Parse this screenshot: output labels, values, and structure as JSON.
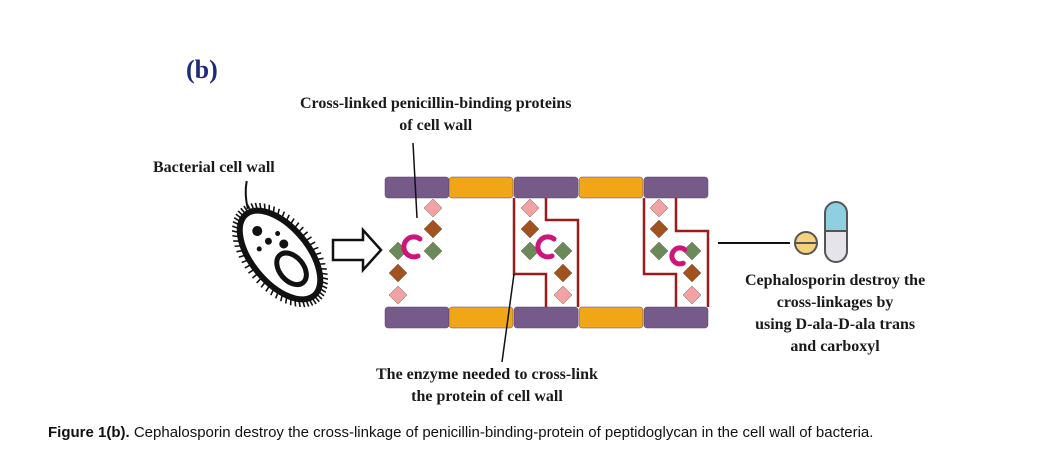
{
  "panel_label": "(b)",
  "labels": {
    "cross_linked_line1": "Cross-linked penicillin-binding proteins",
    "cross_linked_line2": "of cell wall",
    "bacterial_cell_wall": "Bacterial cell wall",
    "enzyme_line1": "The enzyme needed to cross-link",
    "enzyme_line2": "the protein of cell wall",
    "cephalosporin_line1": "Cephalosporin destroy the",
    "cephalosporin_line2": "cross-linkages by",
    "cephalosporin_line3": "using D-ala-D-ala trans",
    "cephalosporin_line4": "and carboxyl"
  },
  "caption": {
    "prefix": "Figure 1(b).",
    "text": " Cephalosporin destroy the cross-linkage of penicillin-binding-protein of peptidoglycan in the cell wall of bacteria."
  },
  "colors": {
    "wall_purple": "#755a8a",
    "wall_orange": "#f0a616",
    "enzyme_red": "#9b1b1b",
    "diamond_pink": "#f2a2a2",
    "diamond_brown": "#a0521f",
    "diamond_green": "#6a8a5a",
    "hook_magenta": "#d0157a",
    "pill_yellow": "#f6d27d",
    "pill_blue": "#8fd0e0",
    "pill_gray": "#e4e4ea"
  }
}
